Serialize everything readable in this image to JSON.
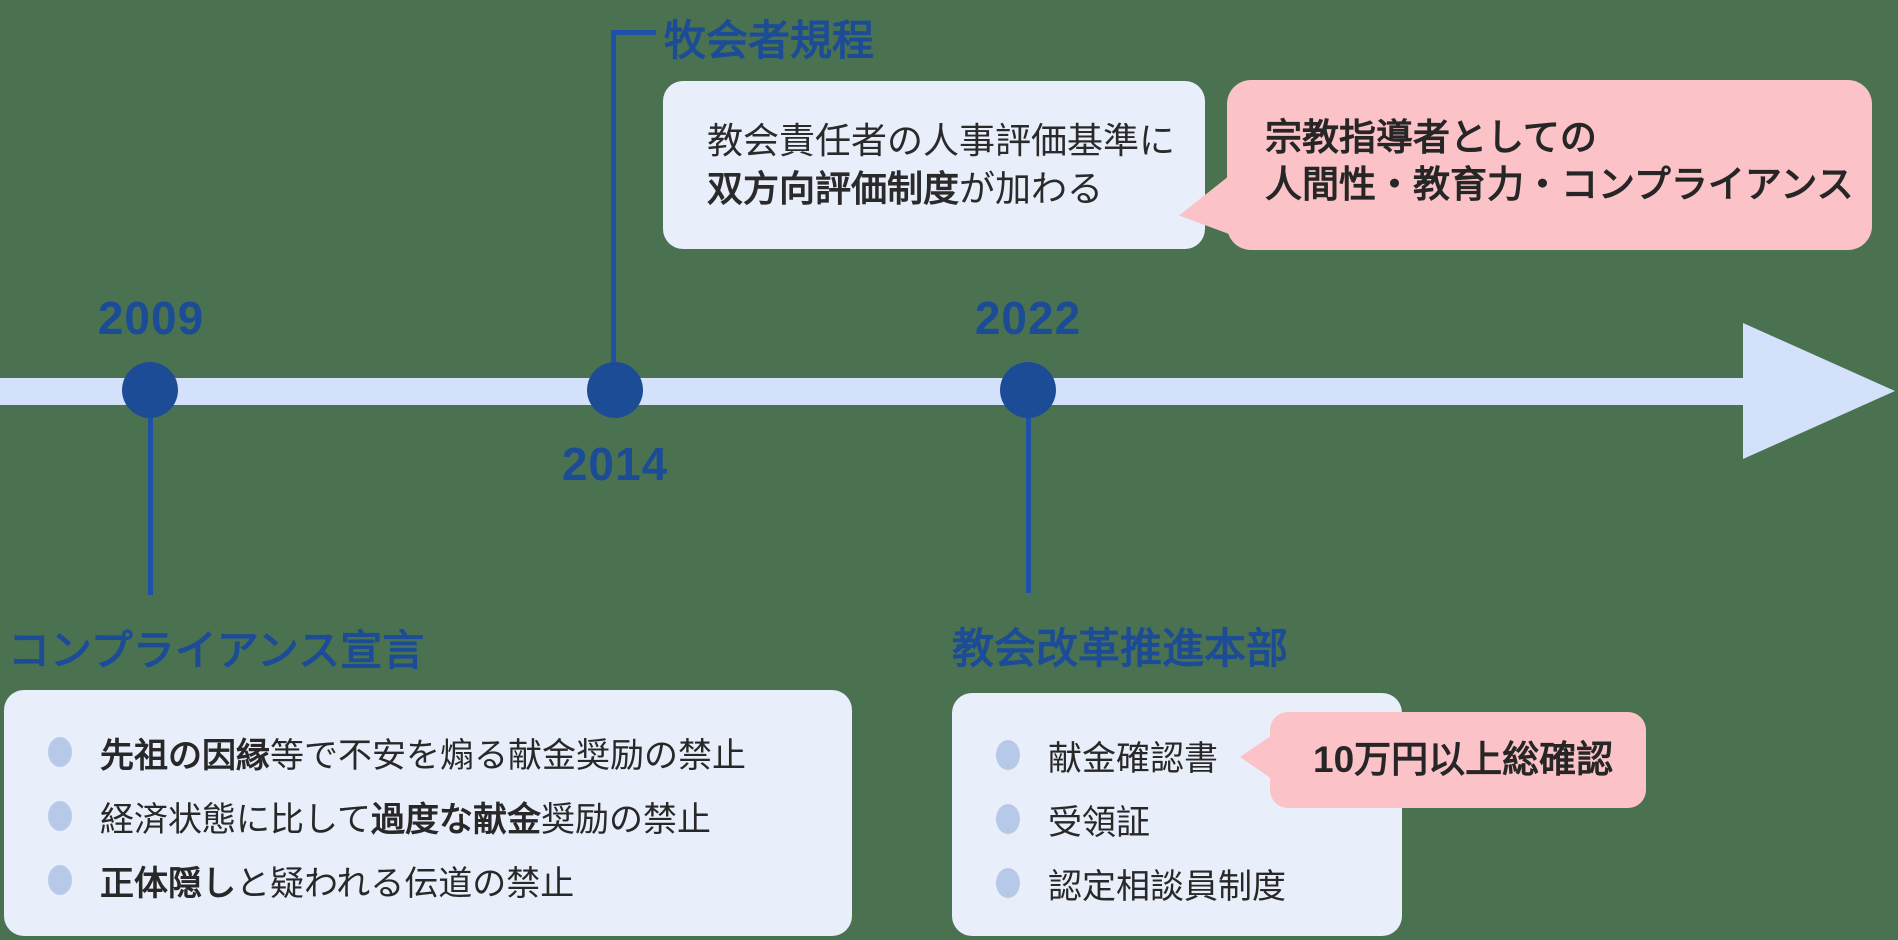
{
  "palette": {
    "background_green": "#4a7251",
    "axis_light_blue": "#d3e2fa",
    "node_dark_blue": "#1d4c96",
    "stem_blue": "#1e52a8",
    "card_bg": "#e9eefb",
    "bullet_blue": "#b7c9e9",
    "callout_pink": "#fbc3c7",
    "body_text": "#282828"
  },
  "timeline": {
    "year_2009": "2009",
    "year_2014": "2014",
    "year_2022": "2022",
    "label_2009": "コンプライアンス宣言",
    "label_2014": "牧会者規程",
    "label_2022": "教会改革推進本部"
  },
  "card_2014": {
    "line1": "教会責任者の人事評価基準に",
    "line2_bold": "双方向評価制度",
    "line2_rest": "が加わる"
  },
  "callout_leader": {
    "line1": "宗教指導者としての",
    "line2": "人間性・教育力・コンプライアンス"
  },
  "card_2009": {
    "items": [
      {
        "pre": "",
        "bold": "先祖の因縁",
        "rest": "等で不安を煽る献金奨励の禁止"
      },
      {
        "pre": "経済状態に比して",
        "bold": "過度な献金",
        "rest": "奨励の禁止"
      },
      {
        "pre": "",
        "bold": "正体隠し",
        "rest": "と疑われる伝道の禁止"
      }
    ]
  },
  "card_2022": {
    "items": [
      {
        "text": "献金確認書"
      },
      {
        "text": "受領証"
      },
      {
        "text": "認定相談員制度"
      }
    ]
  },
  "callout_donation": {
    "text": "10万円以上総確認"
  }
}
